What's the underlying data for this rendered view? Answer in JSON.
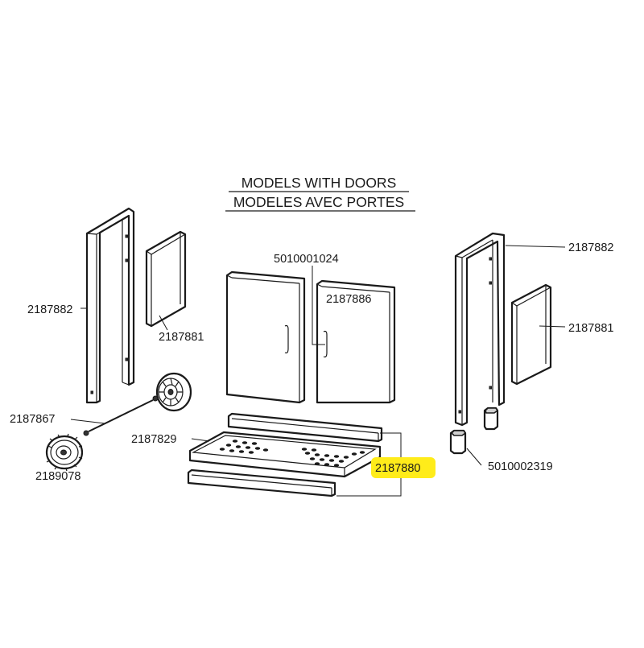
{
  "titles": {
    "line1": "MODELS WITH DOORS",
    "line2": "MODELES AVEC PORTES"
  },
  "highlight_color": "#ffec1a",
  "labels": {
    "left_frame": "2187882",
    "left_side_panel": "2187881",
    "door_handle": "5010001024",
    "right_door": "2187886",
    "axle": "2187867",
    "wheel": "2189078",
    "bottom_shelf": "2187829",
    "front_back_rails": "2187880",
    "right_frame": "2187882",
    "right_side_panel": "2187881",
    "leg_caps": "5010002319"
  }
}
